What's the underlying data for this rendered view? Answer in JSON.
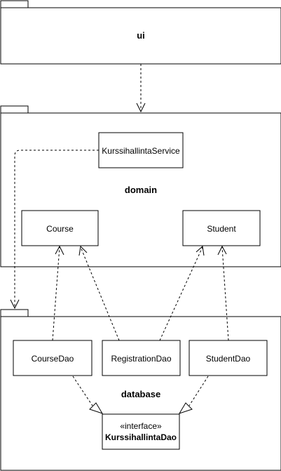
{
  "packages": {
    "ui": "ui",
    "domain": "domain",
    "database": "database"
  },
  "classes": {
    "service": "KurssihallintaService",
    "course": "Course",
    "student": "Student",
    "course_dao": "CourseDao",
    "registration_dao": "RegistrationDao",
    "student_dao": "StudentDao"
  },
  "interface": {
    "stereotype": "«interface»",
    "name": "KurssihallintaDao"
  },
  "colors": {
    "line": "#000000",
    "fill": "#ffffff"
  }
}
